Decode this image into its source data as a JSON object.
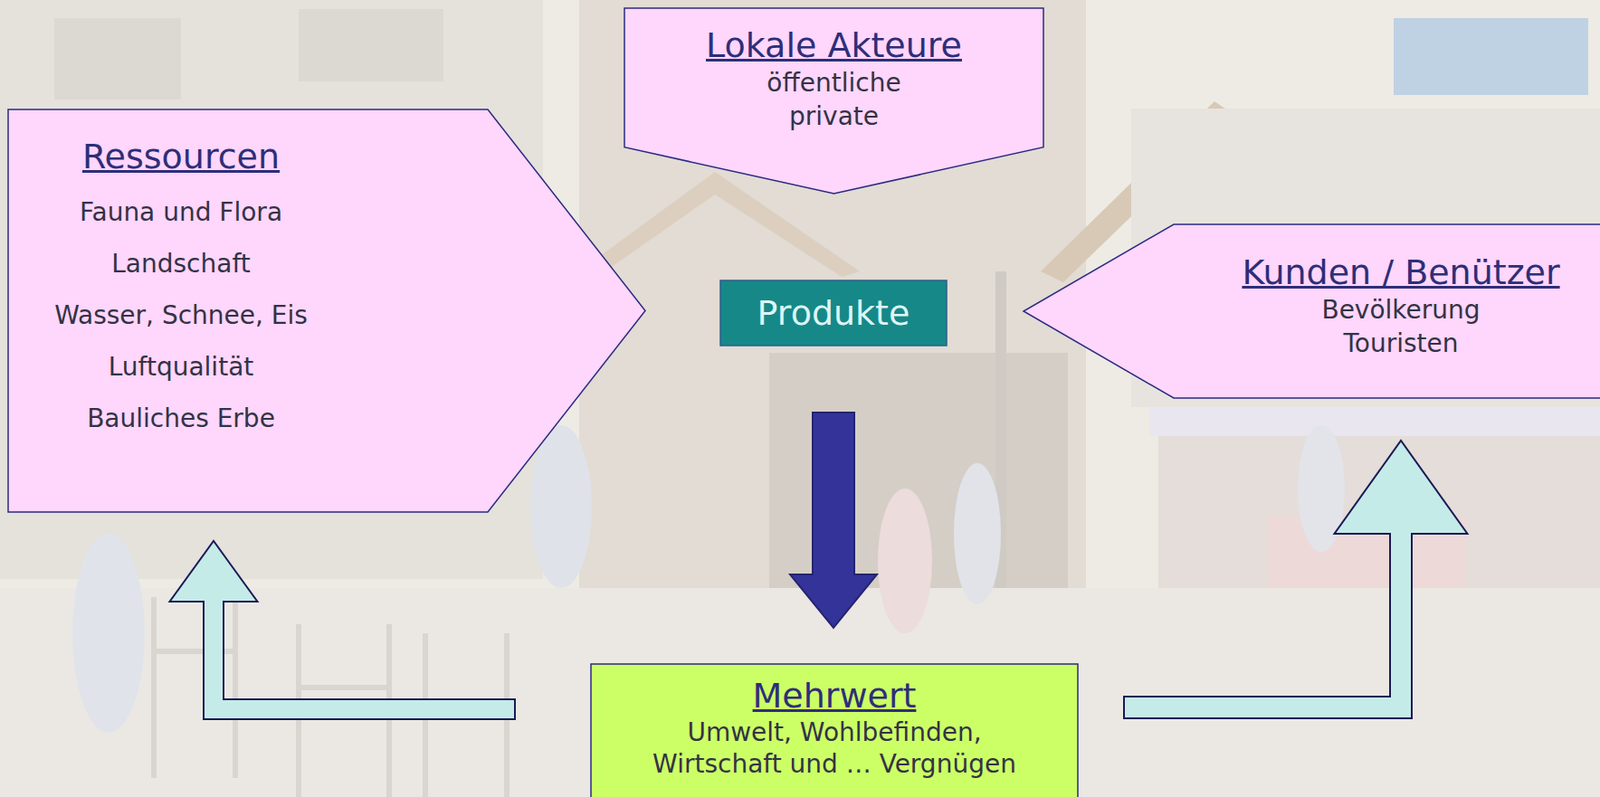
{
  "diagram": {
    "nodes": [
      {
        "text": [
          "Lokale Akteure",
          "öffentliche",
          "private"
        ]
      },
      {
        "text": [
          "Ressourcen",
          "Fauna und Flora",
          "Landschaft",
          "Wasser, Schnee, Eis",
          "Luftqualität",
          "Bauliches Erbe"
        ]
      },
      {
        "text": [
          "Produkte"
        ]
      },
      {
        "text": [
          "Kunden / Benützer",
          "Bevölkerung",
          "Touristen"
        ]
      },
      {
        "text": [
          "Mehrwert",
          "Umwelt, Wohlbefinden, Wirtschaft und … Vergnügen"
        ]
      }
    ],
    "edges": [
      {
        "from": 2,
        "to": 4,
        "arrow": "to"
      },
      {
        "from": 4,
        "to": 1,
        "arrow": "to"
      },
      {
        "from": 4,
        "to": 3,
        "arrow": "to"
      }
    ]
  }
}
